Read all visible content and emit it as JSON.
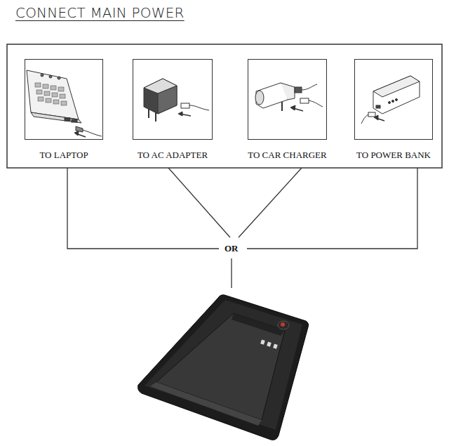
{
  "diagram": {
    "title": "CONNECT MAIN POWER",
    "nodes": [
      {
        "text": [
          "TO LAPTOP"
        ]
      },
      {
        "text": [
          "TO AC ADAPTER"
        ]
      },
      {
        "text": [
          "TO CAR CHARGER"
        ]
      },
      {
        "text": [
          "TO POWER BANK"
        ]
      }
    ],
    "labels": [
      "OR"
    ]
  }
}
